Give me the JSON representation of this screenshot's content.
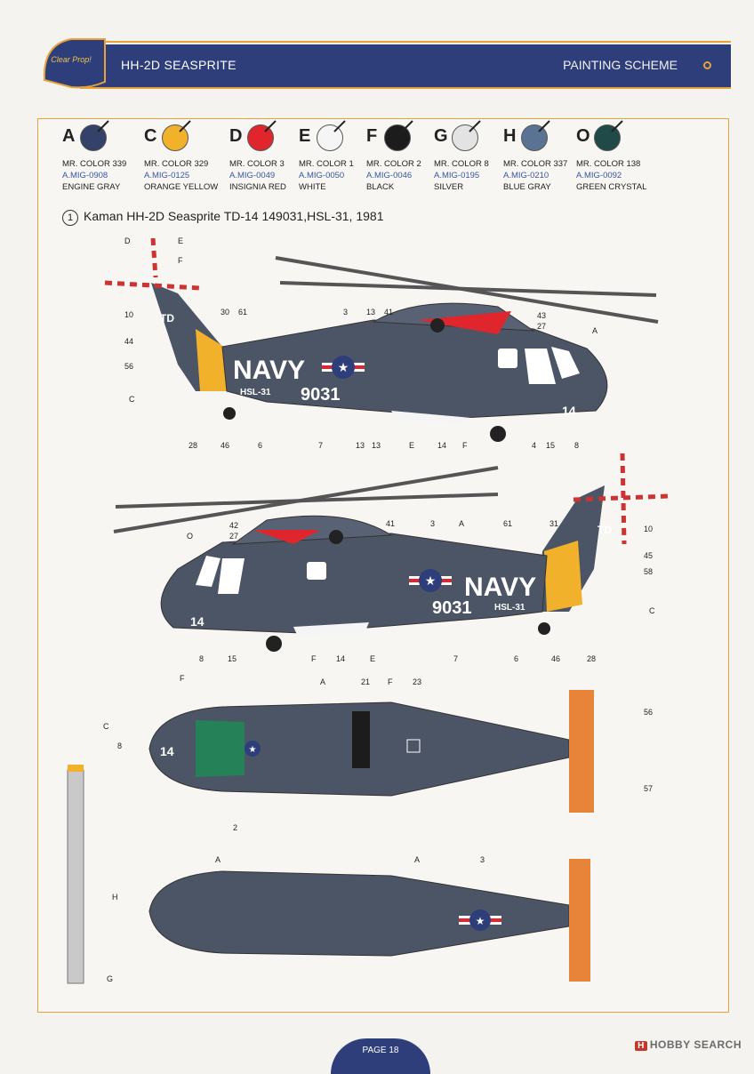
{
  "header": {
    "title": "HH-2D SEASPRITE",
    "section": "PAINTING SCHEME",
    "logo_text": "Clear Prop!"
  },
  "colors": [
    {
      "letter": "A",
      "mr": "MR. COLOR 339",
      "mig": "A.MIG-0908",
      "name": "ENGINE GRAY",
      "hex": "#34426a"
    },
    {
      "letter": "C",
      "mr": "MR. COLOR 329",
      "mig": "A.MIG-0125",
      "name": "ORANGE YELLOW",
      "hex": "#f2b12a"
    },
    {
      "letter": "D",
      "mr": "MR. COLOR 3",
      "mig": "A.MIG-0049",
      "name": "INSIGNIA RED",
      "hex": "#e0262c"
    },
    {
      "letter": "E",
      "mr": "MR. COLOR 1",
      "mig": "A.MIG-0050",
      "name": "WHITE",
      "hex": "#f5f5f5"
    },
    {
      "letter": "F",
      "mr": "MR. COLOR 2",
      "mig": "A.MIG-0046",
      "name": "BLACK",
      "hex": "#1c1c1c"
    },
    {
      "letter": "G",
      "mr": "MR. COLOR 8",
      "mig": "A.MIG-0195",
      "name": "SILVER",
      "hex": "#e3e3e3"
    },
    {
      "letter": "H",
      "mr": "MR. COLOR 337",
      "mig": "A.MIG-0210",
      "name": "BLUE GRAY",
      "hex": "#5b7393"
    },
    {
      "letter": "O",
      "mr": "MR. COLOR 138",
      "mig": "A.MIG-0092",
      "name": "GREEN CRYSTAL",
      "hex": "#1f4a47"
    }
  ],
  "scheme": {
    "number": "1",
    "title": "Kaman HH-2D Seasprite TD-14 149031,HSL-31, 1981"
  },
  "markings": {
    "navy": "NAVY",
    "serial": "9031",
    "squadron": "HSL-31",
    "modex": "14",
    "tail_code": "TD"
  },
  "callouts": {
    "side1": [
      "D",
      "E",
      "F",
      "10",
      "44",
      "56",
      "C",
      "30",
      "61",
      "3",
      "13",
      "41",
      "43",
      "27",
      "A",
      "28",
      "46",
      "6",
      "7",
      "13",
      "13",
      "E",
      "14",
      "F",
      "4",
      "15",
      "8"
    ],
    "side2": [
      "42",
      "27",
      "O",
      "41",
      "3",
      "A",
      "61",
      "31",
      "10",
      "45",
      "58",
      "C",
      "8",
      "15",
      "F",
      "14",
      "E",
      "7",
      "6",
      "46",
      "28"
    ],
    "top": [
      "F",
      "A",
      "21",
      "F",
      "23",
      "56",
      "8",
      "2",
      "57",
      "C",
      "H",
      "G"
    ],
    "bottom": [
      "A",
      "A",
      "3"
    ]
  },
  "footer": {
    "page": "PAGE 18",
    "watermark": "HOBBY SEARCH",
    "watermark_badge": "H"
  },
  "fuselage_color": "#4b5565"
}
